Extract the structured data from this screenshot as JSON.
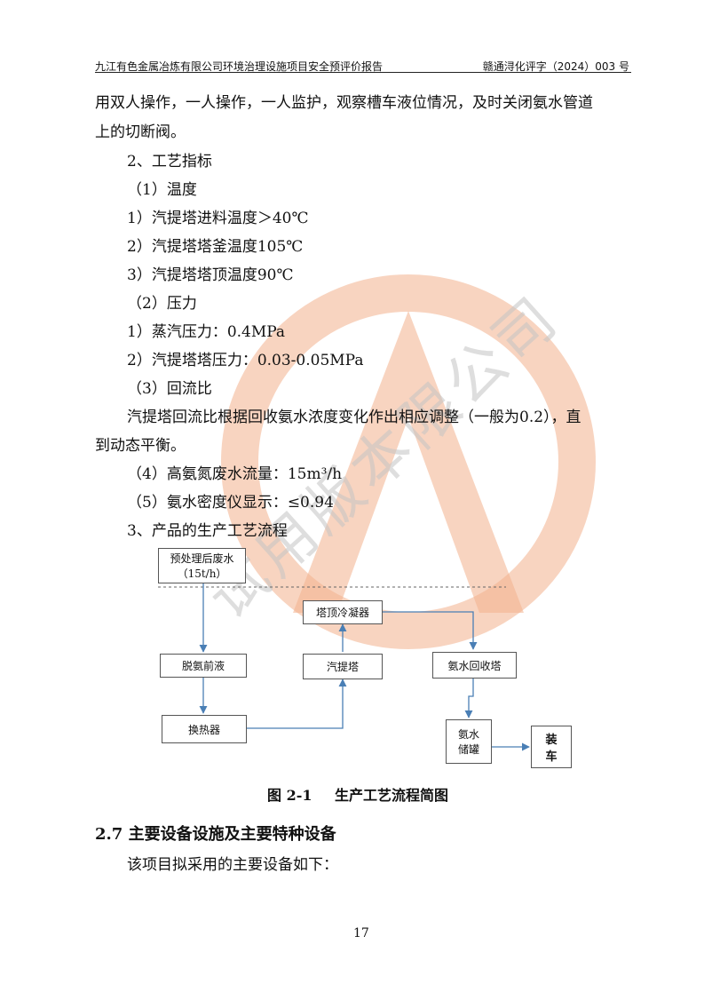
{
  "header": {
    "left": "九江有色金属冶炼有限公司环境治理设施项目安全预评价报告",
    "right": "赣通浔化评字（2024）003 号"
  },
  "body": {
    "p1_line1": "用双人操作，一人操作，一人监护，观察槽车液位情况，及时关闭氨水管道",
    "p1_line2": "上的切断阀。",
    "h_process": "2、工艺指标",
    "h_temp": "（1）温度",
    "t1": "1）汽提塔进料温度＞40℃",
    "t2": "2）汽提塔塔釜温度105℃",
    "t3": "3）汽提塔塔顶温度90℃",
    "h_pressure": "（2）压力",
    "pr1": "1）蒸汽压力：0.4MPa",
    "pr2": "2）汽提塔塔压力：0.03-0.05MPa",
    "h_reflux": "（3）回流比",
    "reflux_line1": "汽提塔回流比根据回收氨水浓度变化作出相应调整（一般为0.2），直",
    "reflux_line2": "到动态平衡。",
    "flow": "（4）高氨氮废水流量：15m³/h",
    "density": "（5）氨水密度仪显示：≤0.94",
    "h_product": "3、产品的生产工艺流程"
  },
  "diagram": {
    "box_pretreat_line1": "预处理后废水",
    "box_pretreat_line2": "（15t/h）",
    "box_tower_condenser": "塔顶冷凝器",
    "box_deammonia": "脱氨前液",
    "box_stripper": "汽提塔",
    "box_recovery": "氨水回收塔",
    "box_exchanger": "换热器",
    "box_storage_line1": "氨水",
    "box_storage_line2": "储罐",
    "box_loading_line1": "装",
    "box_loading_line2": "车"
  },
  "figure": {
    "number": "图 2-1",
    "title": "生产工艺流程简图"
  },
  "section": {
    "heading": "2.7 主要设备设施及主要特种设备",
    "intro": "该项目拟采用的主要设备如下："
  },
  "footer": {
    "page_number": "17"
  },
  "watermark": {
    "text": "试用版本限公司",
    "colors": {
      "ring": "#f0a27a",
      "text": "#c8c8c8"
    }
  }
}
